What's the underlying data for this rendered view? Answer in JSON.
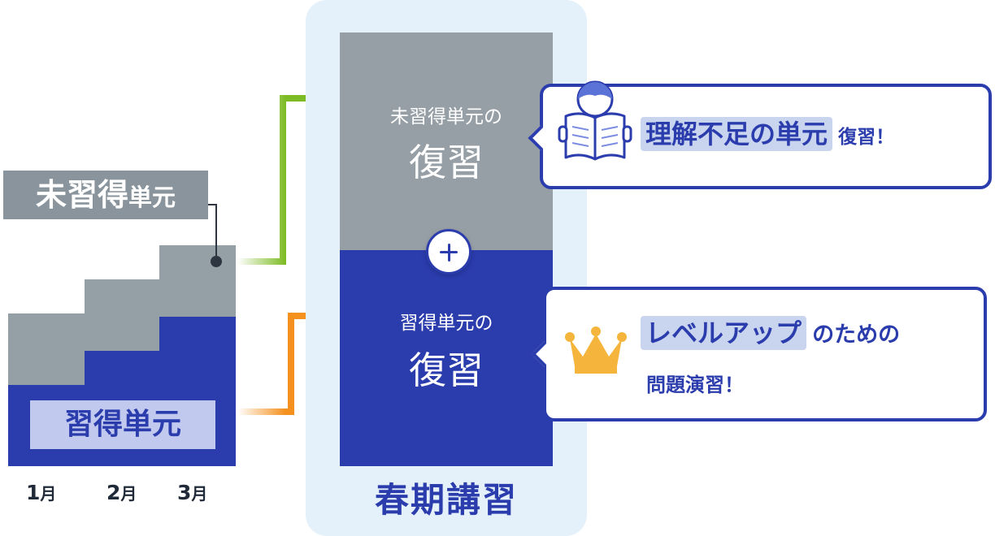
{
  "left": {
    "unlearned_label_big": "未習得",
    "unlearned_label_small": "単元",
    "learned_label": "習得単元",
    "months": [
      {
        "num": "1",
        "unit": "月"
      },
      {
        "num": "2",
        "unit": "月"
      },
      {
        "num": "3",
        "unit": "月"
      }
    ]
  },
  "column": {
    "footer": "春期講習",
    "top_small": "未習得単元の",
    "top_big": "復習",
    "bottom_small": "習得単元の",
    "bottom_big": "復習"
  },
  "callout_top": {
    "highlight": "理解不足の単元",
    "suffix": "復習！"
  },
  "callout_bottom": {
    "highlight": "レベルアップ",
    "suffix": "のための",
    "line2": "問題演習！"
  },
  "colors": {
    "navy": "#2b3cad",
    "gray": "#959fa6",
    "panel": "#e4f1fa",
    "green_arrow": "#7dbb24",
    "orange_arrow": "#f4901e",
    "crown": "#f5b53c"
  }
}
